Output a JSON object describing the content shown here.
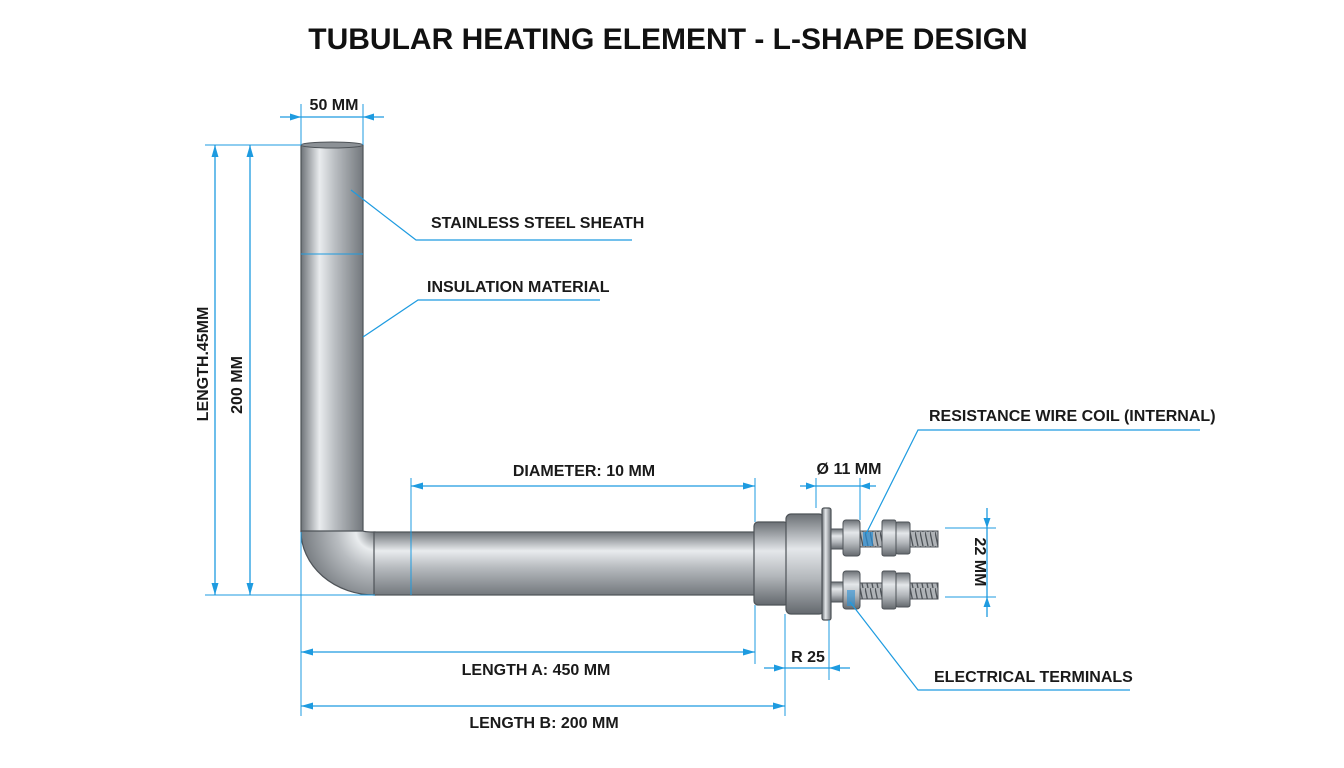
{
  "title": "TUBULAR HEATING ELEMENT - L-SHAPE DESIGN",
  "dimensions": {
    "top_width": "50 MM",
    "overall_length_vertical": "LENGTH.45MM",
    "vertical_length": "200 MM",
    "diameter": "DIAMETER: 10 MM",
    "terminal_diameter": "Ø 11 MM",
    "terminal_spacing": "22 MM",
    "length_a": "LENGTH A: 450 MM",
    "length_b": "LENGTH B: 200 MM",
    "radius": "R 25"
  },
  "callouts": {
    "sheath": "STAINLESS STEEL SHEATH",
    "insulation": "INSULATION MATERIAL",
    "coil": "RESISTANCE WIRE COIL (INTERNAL)",
    "terminals": "ELECTRICAL TERMINALS"
  },
  "colors": {
    "dimension_lines": "#1e9be0",
    "tube_metal": "#a9adb1",
    "text": "#1a1a1a"
  }
}
